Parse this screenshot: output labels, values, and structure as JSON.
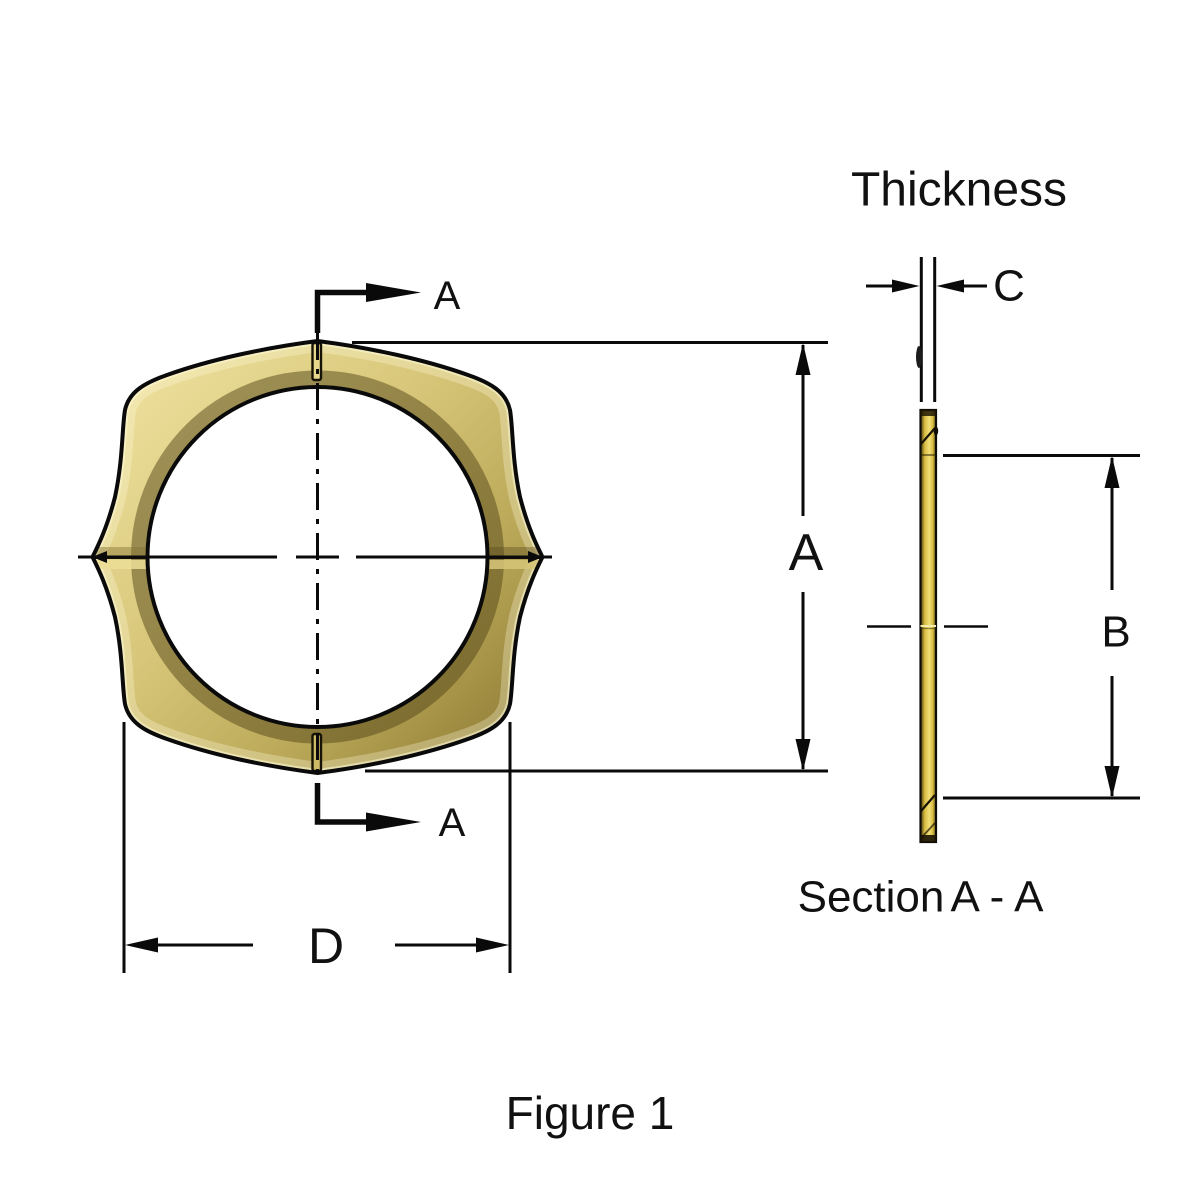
{
  "figure": {
    "caption": "Figure 1"
  },
  "front_view": {
    "cutting_plane_top_label": "A",
    "cutting_plane_bottom_label": "A",
    "outer_diameter_label": "A",
    "width_label": "D"
  },
  "section_view": {
    "title": "Thickness",
    "thickness_label": "C",
    "inner_diameter_label": "B",
    "caption_word": "Section",
    "caption_cut": "A - A"
  },
  "colors": {
    "background": "#ffffff",
    "line": "#0a0a0a",
    "brass_light": "#eee19e",
    "brass_mid": "#d8c77a",
    "brass_deep": "#bcaa5a",
    "brass_dark": "#8d7a33",
    "strip_dark": "#33290a",
    "strip_gold": "#d8bc40",
    "strip_bright": "#f2df79",
    "strip_shadow": "#5f4f15"
  }
}
